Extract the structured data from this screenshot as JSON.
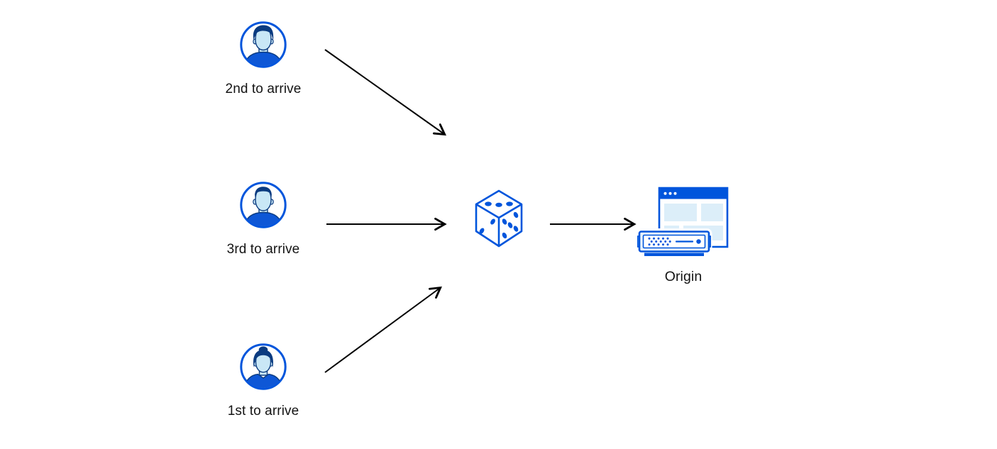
{
  "diagram": {
    "title_hint": "random traffic steering to origin",
    "clients": [
      {
        "label": "2nd to arrive",
        "icon": "avatar-man-swept-hair-icon"
      },
      {
        "label": "3rd to arrive",
        "icon": "avatar-man-short-hair-icon"
      },
      {
        "label": "1st to arrive",
        "icon": "avatar-woman-bun-icon"
      }
    ],
    "router": {
      "icon": "dice-icon"
    },
    "origin": {
      "label": "Origin",
      "icon": "origin-browser-server-icon"
    },
    "arrows": [
      {
        "from": "client-2nd-to-arrive",
        "to": "dice"
      },
      {
        "from": "client-3rd-to-arrive",
        "to": "dice"
      },
      {
        "from": "client-1st-to-arrive",
        "to": "dice"
      },
      {
        "from": "dice",
        "to": "origin"
      }
    ],
    "colors": {
      "accent_blue": "#0055DC",
      "dark_navy": "#0B3B80",
      "skin_light_blue": "#C9E7F6",
      "panel_light_blue": "#DCEEF9",
      "server_fill": "#E7F3FB",
      "arrow_black": "#000000",
      "text": "#141414",
      "background": "#FFFFFF"
    }
  }
}
